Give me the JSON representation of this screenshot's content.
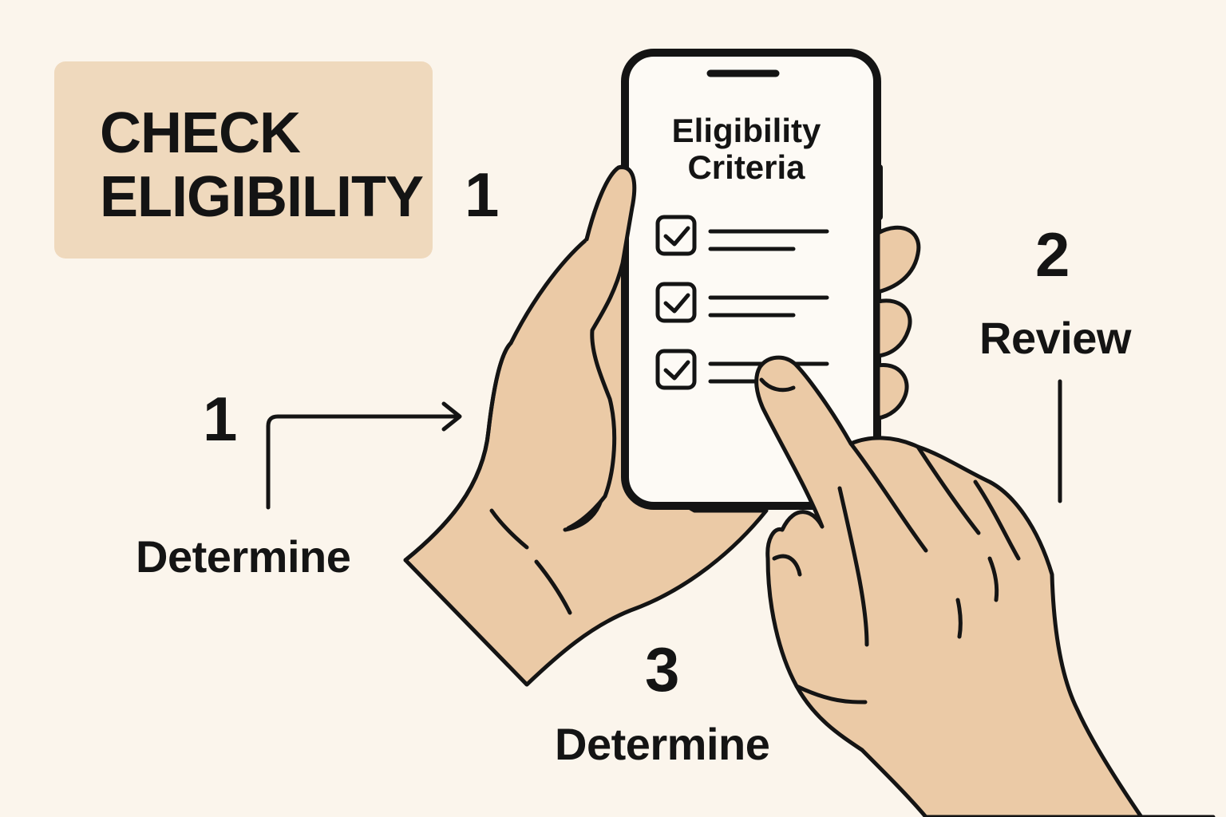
{
  "title": {
    "line1": "CHECK",
    "line2": "ELIGIBILITY"
  },
  "phone": {
    "screen_title_line1": "Eligibility",
    "screen_title_line2": "Criteria",
    "checklist_count": 3
  },
  "steps": {
    "top_number": "1",
    "left": {
      "number": "1",
      "label": "Determine"
    },
    "right": {
      "number": "2",
      "label": "Review"
    },
    "bottom": {
      "number": "3",
      "label": "Determine"
    }
  },
  "colors": {
    "background": "#fbf5ec",
    "title_box": "#efd9bd",
    "skin": "#ebcaa6",
    "ink": "#141414",
    "screen": "#fdfaf5"
  },
  "icons": [
    "checkbox-checked-icon",
    "arrow-right-icon",
    "hand-holding-phone",
    "pointing-hand"
  ]
}
